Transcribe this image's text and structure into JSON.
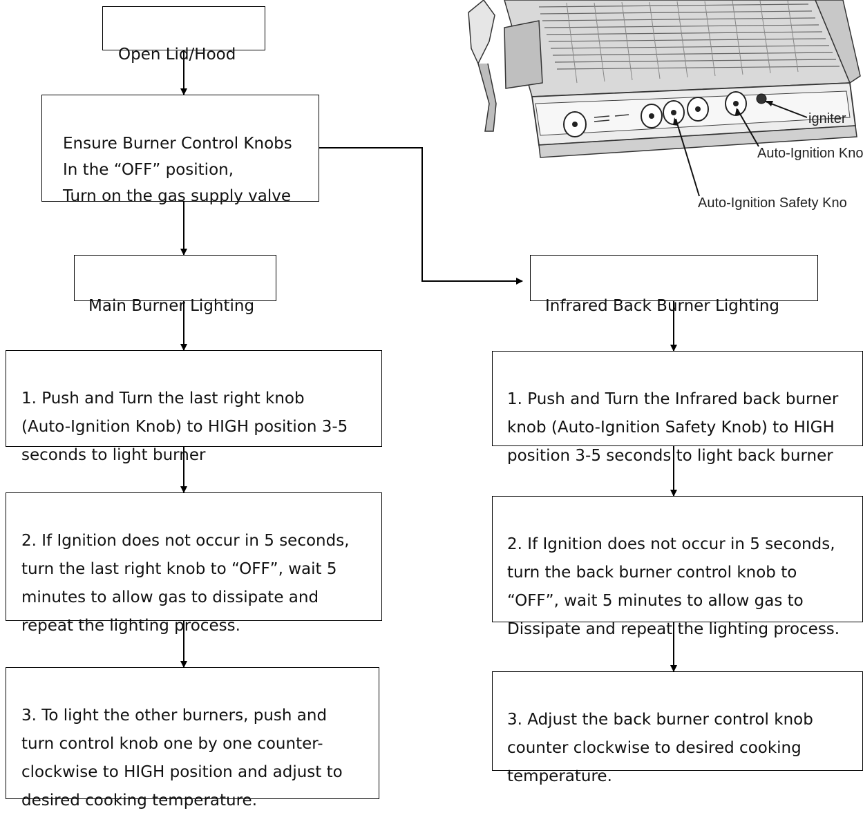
{
  "main_flow": {
    "open_lid": "Open Lid/Hood",
    "ensure_knobs": "Ensure Burner Control Knobs\nIn the “OFF” position,\nTurn on the gas supply valve",
    "main_burner": "Main Burner Lighting",
    "step1": "1. Push and Turn the last right knob\n(Auto-Ignition Knob) to HIGH position 3-5\nseconds to light burner",
    "step2": "2. If Ignition does not occur in 5 seconds,\nturn the last right knob to “OFF”, wait 5\nminutes to allow gas to dissipate and\nrepeat the lighting process.",
    "step3": "3. To light the other burners, push and\nturn control knob one by one counter-\nclockwise to HIGH position and adjust to\ndesired cooking temperature."
  },
  "infrared_flow": {
    "title": "Infrared Back Burner Lighting",
    "step1": "1. Push and Turn the Infrared back burner\nknob (Auto-Ignition Safety Knob)  to HIGH\nposition 3-5 seconds to light back burner",
    "step2": "2. If Ignition does not occur in 5 seconds,\nturn the back burner control knob to\n“OFF”, wait 5 minutes to allow gas to\nDissipate and repeat the lighting process.",
    "step3": "3. Adjust the back burner control knob\ncounter clockwise to desired cooking\ntemperature."
  },
  "illustration": {
    "labels": {
      "igniter": "igniter",
      "auto_ignition_knob": "Auto-Ignition Kno",
      "auto_ignition_safety_knob": "Auto-Ignition Safety  Kno"
    }
  },
  "colors": {
    "line": "#000000",
    "grill_metal": "#cfcfcf",
    "grill_dark": "#555555"
  }
}
